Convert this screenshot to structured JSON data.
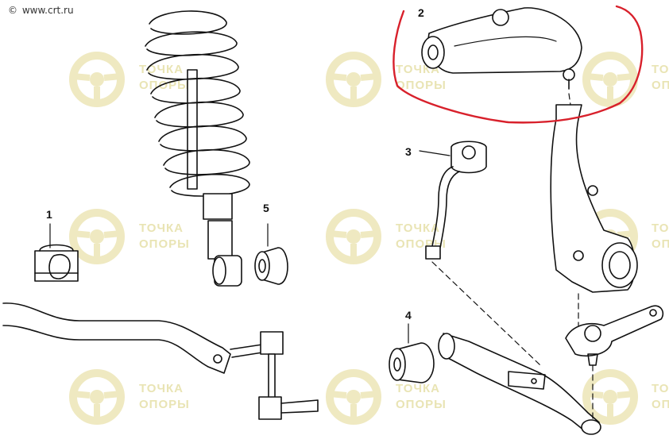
{
  "site_label": {
    "symbol": "©",
    "text": "www.crt.ru"
  },
  "watermark": {
    "line1": "ТОЧКА",
    "line2": "ОПОРЫ",
    "color": "#e9e4b4",
    "logo_color": "#efe9c1"
  },
  "part_numbers": {
    "stabilizer_bushing": "1",
    "upper_control_arm": "2",
    "tie_rod_end": "3",
    "lower_arm_bushing": "4",
    "shock_absorber_bushing": "5"
  },
  "highlight_color": "#d8202b",
  "line_color": "#111111"
}
